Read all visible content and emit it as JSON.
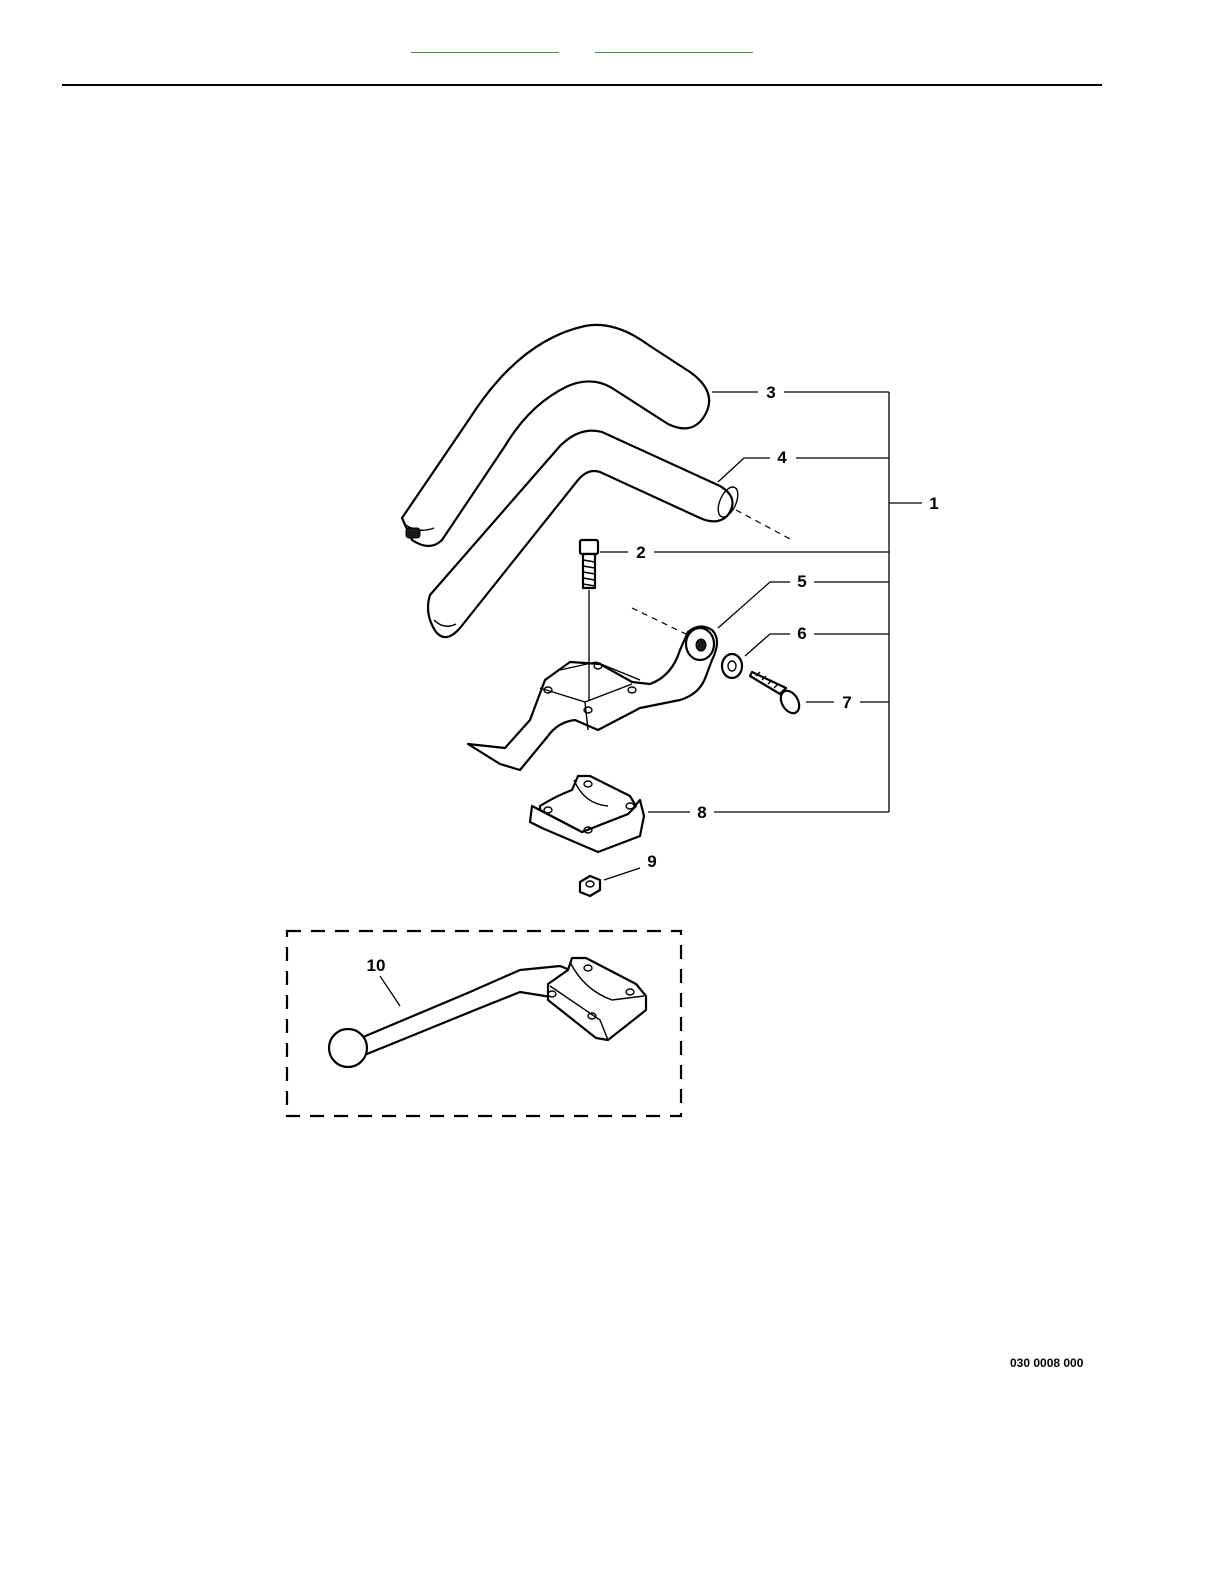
{
  "header": {
    "link_color": "#3a9a3a"
  },
  "diagram": {
    "callouts": {
      "c1": "1",
      "c2": "2",
      "c3": "3",
      "c4": "4",
      "c5": "5",
      "c6": "6",
      "c7": "7",
      "c8": "8",
      "c9": "9",
      "c10": "10"
    }
  },
  "footer": {
    "doc_code": "030 0008 000"
  }
}
